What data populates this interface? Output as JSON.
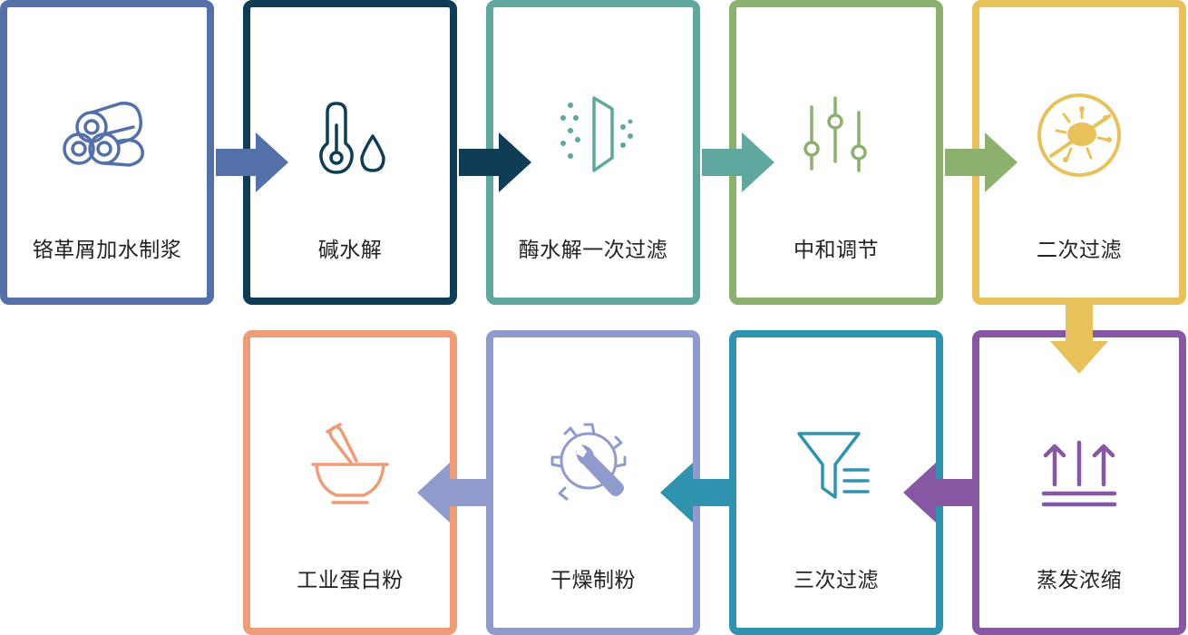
{
  "steps": [
    {
      "label": "铬革屑加水制浆",
      "color": "#5470a8",
      "icon": "leather-rolls-icon"
    },
    {
      "label": "碱水解",
      "color": "#0e3d55",
      "icon": "thermometer-drop-icon"
    },
    {
      "label": "酶水解一次过滤",
      "color": "#5fa79f",
      "icon": "filter-particles-icon"
    },
    {
      "label": "中和调节",
      "color": "#8cb06e",
      "icon": "adjust-sliders-icon"
    },
    {
      "label": "二次过滤",
      "color": "#e8c15a",
      "icon": "no-bacteria-icon"
    },
    {
      "label": "蒸发浓缩",
      "color": "#8757a3",
      "icon": "evaporation-icon"
    },
    {
      "label": "三次过滤",
      "color": "#2f93b0",
      "icon": "funnel-filter-icon"
    },
    {
      "label": "干燥制粉",
      "color": "#8f9bcc",
      "icon": "gear-wrench-icon"
    },
    {
      "label": "工业蛋白粉",
      "color": "#ee9c77",
      "icon": "mortar-pestle-icon"
    }
  ]
}
